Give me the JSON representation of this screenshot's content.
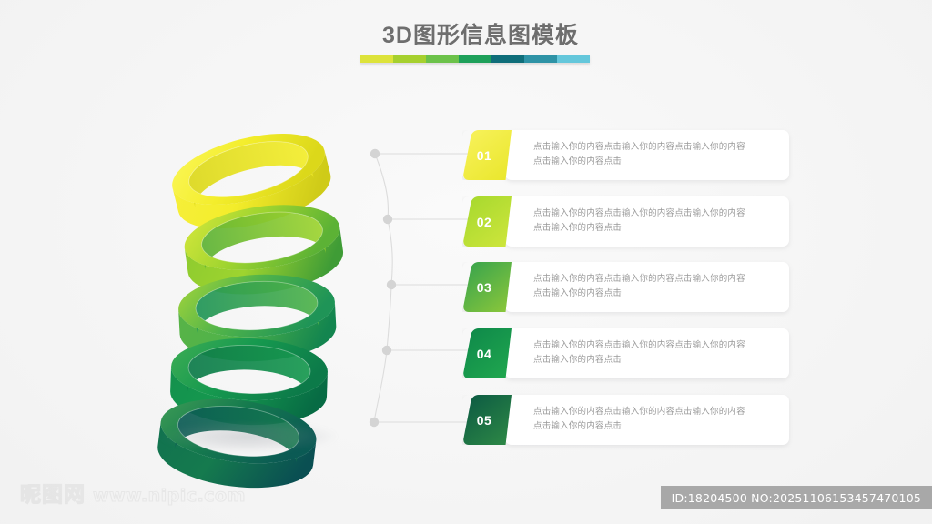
{
  "header": {
    "title": "3D图形信息图模板",
    "underline_colors": [
      "#dde33a",
      "#a6d02e",
      "#6cc24a",
      "#1ea05a",
      "#0f6e7a",
      "#2e93a6",
      "#64c7db"
    ]
  },
  "rings": {
    "count": 5,
    "colors": [
      {
        "name": "ring-01",
        "light": "#fbf75a",
        "mid": "#f3ed2b",
        "dark": "#dcd81a",
        "side_light": "#f6ef3a",
        "side_dark": "#cfcb18"
      },
      {
        "name": "ring-02",
        "light": "#d8e83c",
        "mid": "#9ed42f",
        "dark": "#5cb235",
        "side_light": "#8ecb2f",
        "side_dark": "#3f9c36"
      },
      {
        "name": "ring-03",
        "light": "#a6d63a",
        "mid": "#4fb34a",
        "dark": "#1f9457",
        "side_light": "#58b347",
        "side_dark": "#13854f"
      },
      {
        "name": "ring-04",
        "light": "#3fae55",
        "mid": "#16994f",
        "dark": "#0c7a49",
        "side_light": "#13914d",
        "side_dark": "#076b44"
      },
      {
        "name": "ring-05",
        "light": "#3f9e56",
        "mid": "#157a4e",
        "dark": "#0b5a54",
        "side_light": "#11724f",
        "side_dark": "#0a4f52"
      }
    ]
  },
  "connectors": {
    "dot_color": "#d4d4d4",
    "line_color": "#dcdcdc",
    "dot_count": 5
  },
  "rows": [
    {
      "number": "01",
      "badge_from": "#f7f159",
      "badge_to": "#e9e62a",
      "text_line1": "点击输入你的内容点击输入你的内容点击输入你的内容",
      "text_line2": "点击输入你的内容点击"
    },
    {
      "number": "02",
      "badge_from": "#a8d92f",
      "badge_to": "#cfe63c",
      "text_line1": "点击输入你的内容点击输入你的内容点击输入你的内容",
      "text_line2": "点击输入你的内容点击"
    },
    {
      "number": "03",
      "badge_from": "#3ba54c",
      "badge_to": "#8ec83a",
      "text_line1": "点击输入你的内容点击输入你的内容点击输入你的内容",
      "text_line2": "点击输入你的内容点击"
    },
    {
      "number": "04",
      "badge_from": "#0f8a4a",
      "badge_to": "#21a84f",
      "text_line1": "点击输入你的内容点击输入你的内容点击输入你的内容",
      "text_line2": "点击输入你的内容点击"
    },
    {
      "number": "05",
      "badge_from": "#0d5c43",
      "badge_to": "#2f8a46",
      "text_line1": "点击输入你的内容点击输入你的内容点击输入你的内容",
      "text_line2": "点击输入你的内容点击"
    }
  ],
  "footer": {
    "watermark_cn": "昵图网",
    "watermark_url": "www.nipic.com",
    "id_text": "ID:18204500 NO:20251106153457470105",
    "id_bar_color": "#a8a8a8"
  }
}
